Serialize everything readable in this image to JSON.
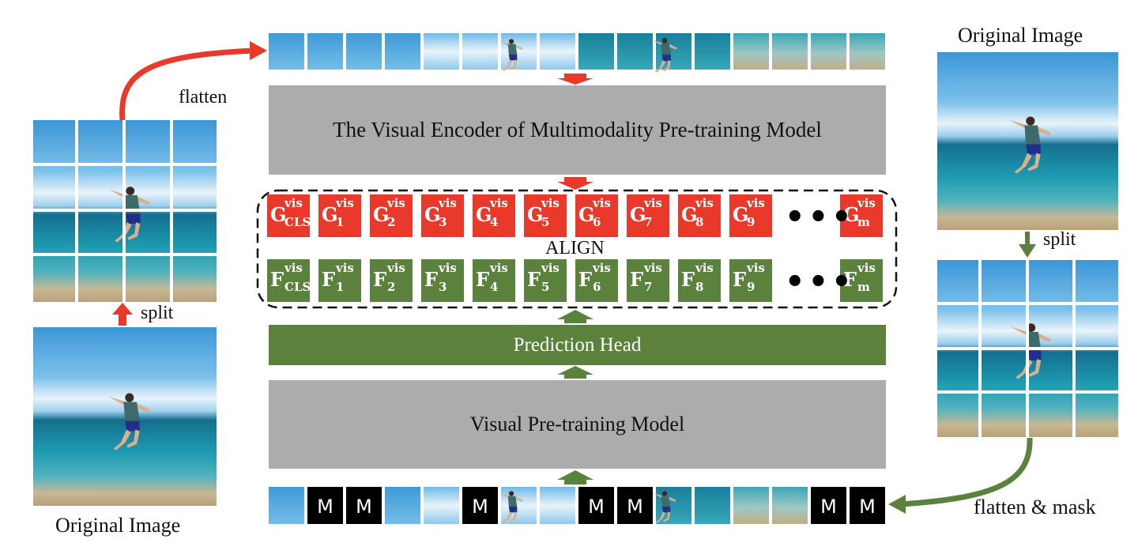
{
  "labels": {
    "flatten": "flatten",
    "split_left": "split",
    "split_right": "split",
    "original_image_left": "Original Image",
    "original_image_right": "Original Image",
    "flatten_mask": "flatten & mask",
    "align": "ALIGN"
  },
  "blocks": {
    "visual_encoder": "The Visual Encoder of Multimodality Pre-training Model",
    "prediction_head": "Prediction Head",
    "visual_pretraining": "Visual Pre-training Model"
  },
  "mask_token": "M",
  "mask_positions": [
    1,
    2,
    5,
    8,
    9,
    14,
    15
  ],
  "g_tokens": [
    {
      "letter": "G",
      "sup": "vis",
      "sub": "CLS"
    },
    {
      "letter": "G",
      "sup": "vis",
      "sub": "1"
    },
    {
      "letter": "G",
      "sup": "vis",
      "sub": "2"
    },
    {
      "letter": "G",
      "sup": "vis",
      "sub": "3"
    },
    {
      "letter": "G",
      "sup": "vis",
      "sub": "4"
    },
    {
      "letter": "G",
      "sup": "vis",
      "sub": "5"
    },
    {
      "letter": "G",
      "sup": "vis",
      "sub": "6"
    },
    {
      "letter": "G",
      "sup": "vis",
      "sub": "7"
    },
    {
      "letter": "G",
      "sup": "vis",
      "sub": "8"
    },
    {
      "letter": "G",
      "sup": "vis",
      "sub": "9"
    },
    {
      "letter": "G",
      "sup": "vis",
      "sub": "m"
    }
  ],
  "f_tokens": [
    {
      "letter": "F",
      "sup": "vis",
      "sub": "CLS"
    },
    {
      "letter": "F",
      "sup": "vis",
      "sub": "1"
    },
    {
      "letter": "F",
      "sup": "vis",
      "sub": "2"
    },
    {
      "letter": "F",
      "sup": "vis",
      "sub": "3"
    },
    {
      "letter": "F",
      "sup": "vis",
      "sub": "4"
    },
    {
      "letter": "F",
      "sup": "vis",
      "sub": "5"
    },
    {
      "letter": "F",
      "sup": "vis",
      "sub": "6"
    },
    {
      "letter": "F",
      "sup": "vis",
      "sub": "7"
    },
    {
      "letter": "F",
      "sup": "vis",
      "sub": "8"
    },
    {
      "letter": "F",
      "sup": "vis",
      "sub": "9"
    },
    {
      "letter": "F",
      "sup": "vis",
      "sub": "m"
    }
  ],
  "colors": {
    "red": "#e8392a",
    "green": "#5a823c",
    "gray": "#acacac",
    "sky": "#4ea9dc",
    "sea": "#1d8fa6",
    "sand": "#c9b89a"
  }
}
